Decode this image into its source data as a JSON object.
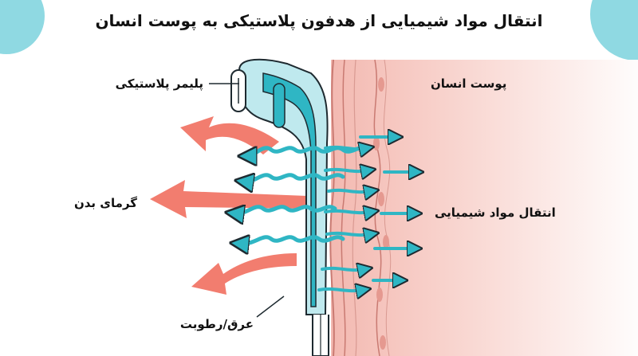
{
  "title": "انتقال مواد شیمیایی از هدفون پلاستیکی به پوست انسان",
  "labels": {
    "plastic_polymer": "پلیمر پلاستیکی",
    "human_skin": "پوست انسان",
    "body_heat": "گرمای بدن",
    "chemical_transfer": "انتقال مواد شیمیایی",
    "sweat_moisture": "عرق/رطوبت"
  },
  "colors": {
    "teal": "#2fb6c4",
    "teal_light": "#bfe9ee",
    "teal_corner": "#8fd9e2",
    "heat_arrow": "#f27d6f",
    "skin_pink": "#f5c7c0",
    "skin_line": "#c97a72",
    "outline": "#1e2a30"
  }
}
